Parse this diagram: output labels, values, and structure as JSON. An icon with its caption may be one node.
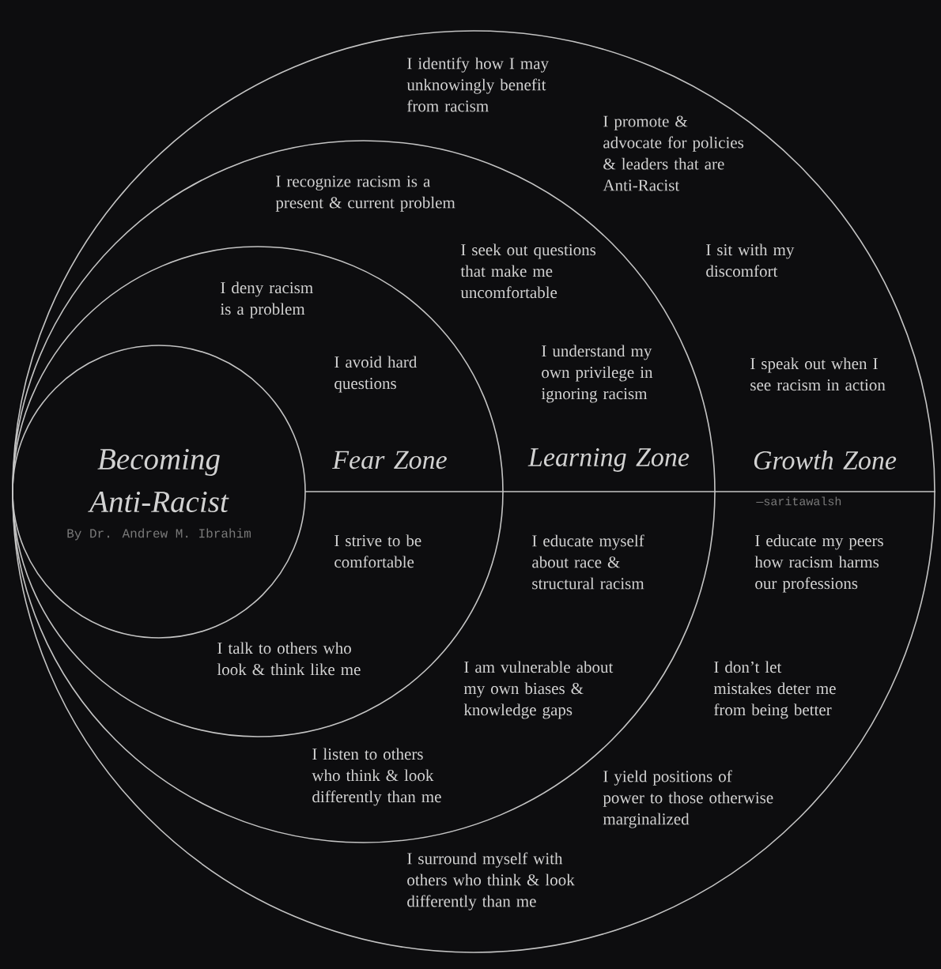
{
  "diagram": {
    "nodes": [
      {
        "text": [
          "Growth Zone"
        ]
      },
      {
        "text": [
          "Learning Zone"
        ],
        "in": 0
      },
      {
        "text": [
          "Fear Zone"
        ],
        "in": 1
      },
      {
        "text": [
          "Becoming Anti-Racist",
          "By Dr. Andrew M. Ibrahim"
        ],
        "in": 2
      }
    ],
    "labels": [
      "I identify how I may unknowingly benefit from racism",
      "I promote & advocate for policies & leaders that are Anti-Racist",
      "I recognize racism is a present & current problem",
      "I seek out questions that make me uncomfortable",
      "I sit with my discomfort",
      "I deny racism is a problem",
      "I avoid hard questions",
      "I understand my own privilege in ignoring racism",
      "I speak out when I see racism in action",
      "—saritawalsh",
      "I strive to be comfortable",
      "I educate myself about race & structural racism",
      "I educate my peers how racism harms our professions",
      "I talk to others who look & think like me",
      "I am vulnerable about my own biases & knowledge gaps",
      "I don’t let mistakes deter me from being better",
      "I listen to others who think & look differently than me",
      "I yield positions of power to those otherwise marginalized",
      "I surround myself with others who think & look differently than me"
    ]
  }
}
